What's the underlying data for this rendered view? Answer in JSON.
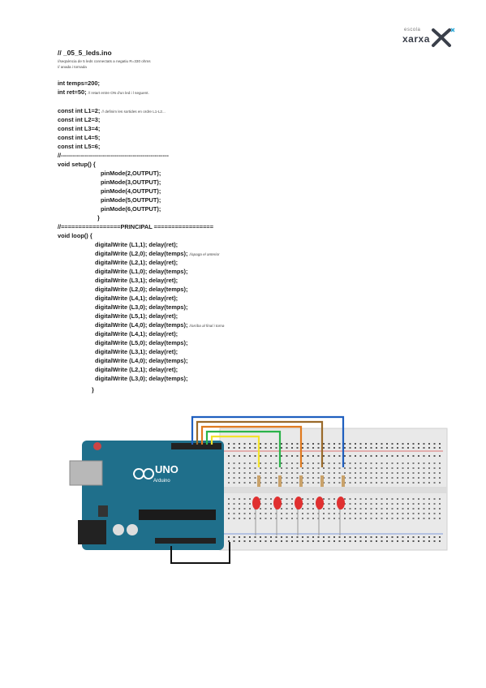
{
  "logo": {
    "top_text": "escola",
    "brand": "xarxa"
  },
  "code": {
    "title": "// _05_5_leds.ino",
    "comment1": "//seqüència de 5 leds connectats a negatiu R=330 ohms",
    "comment2": "// anada i tornada",
    "var_temps": "int temps=200;",
    "var_ret": "int ret=50;",
    "var_ret_comment": "// retart entre ON d'un led i l seguent.",
    "l1": "const int L1=2;",
    "l1_comment": "// definim les sortides en ordre L1-L2...",
    "l2": "const int L2=3;",
    "l3": "const int L3=4;",
    "l4": "const int L4=5;",
    "l5": "const int L5=6;",
    "separator": "//------------------------------------------------------",
    "setup_open": "void setup() {",
    "pm": [
      "pinMode(2,OUTPUT);",
      "pinMode(3,OUTPUT);",
      "pinMode(4,OUTPUT);",
      "pinMode(5,OUTPUT);",
      "pinMode(6,OUTPUT);"
    ],
    "setup_close": "}",
    "principal": "//=================PRINCIPAL =================",
    "loop_open": "void loop() {",
    "loop_lines": [
      {
        "code": "digitalWrite (L1,1); delay(ret);",
        "comment": ""
      },
      {
        "code": "digitalWrite (L2,0); delay(temps);",
        "comment": "//apaga el anterior"
      },
      {
        "code": "digitalWrite (L2,1); delay(ret);",
        "comment": ""
      },
      {
        "code": "digitalWrite (L1,0); delay(temps);",
        "comment": ""
      },
      {
        "code": "digitalWrite (L3,1); delay(ret);",
        "comment": ""
      },
      {
        "code": "digitalWrite (L2,0); delay(temps);",
        "comment": ""
      },
      {
        "code": "digitalWrite (L4,1); delay(ret);",
        "comment": ""
      },
      {
        "code": "digitalWrite (L3,0); delay(temps);",
        "comment": ""
      },
      {
        "code": "digitalWrite (L5,1); delay(ret);",
        "comment": ""
      },
      {
        "code": "digitalWrite (L4,0); delay(temps);",
        "comment": "//arriba al final i torna"
      },
      {
        "code": "digitalWrite (L4,1); delay(ret);",
        "comment": ""
      },
      {
        "code": "digitalWrite (L5,0); delay(temps);",
        "comment": ""
      },
      {
        "code": "digitalWrite (L3,1); delay(ret);",
        "comment": ""
      },
      {
        "code": "digitalWrite (L4,0); delay(temps);",
        "comment": ""
      },
      {
        "code": "digitalWrite (L2,1); delay(ret);",
        "comment": ""
      },
      {
        "code": "digitalWrite (L3,0); delay(temps);",
        "comment": ""
      }
    ],
    "loop_close": "}"
  },
  "board": {
    "label": "UNO",
    "brand": "Arduino",
    "colors": {
      "board": "#1f6f8b",
      "breadboard": "#e8e8e8",
      "led": "#e03030"
    }
  },
  "wires": [
    "#f2e22b",
    "#2bb34a",
    "#e07a1f",
    "#9a6a2a",
    "#1f5fbf"
  ]
}
